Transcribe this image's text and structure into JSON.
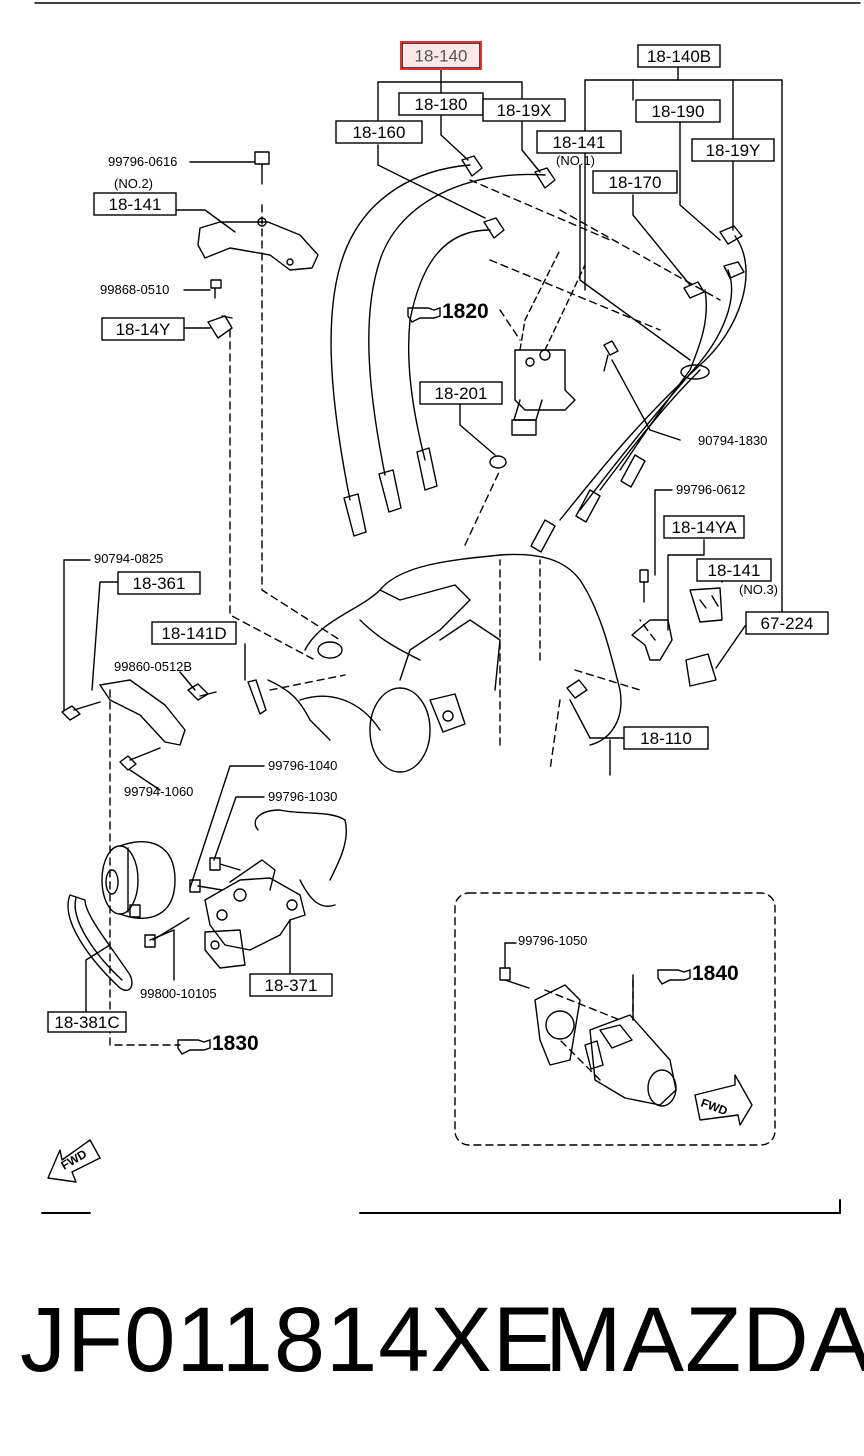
{
  "diagram": {
    "part_boxes": [
      {
        "id": "18-140",
        "label": "18-140",
        "highlight": true
      },
      {
        "id": "18-140B",
        "label": "18-140B"
      },
      {
        "id": "18-180",
        "label": "18-180"
      },
      {
        "id": "18-19X",
        "label": "18-19X"
      },
      {
        "id": "18-160",
        "label": "18-160"
      },
      {
        "id": "18-190",
        "label": "18-190"
      },
      {
        "id": "18-141-no1",
        "label": "18-141"
      },
      {
        "id": "18-19Y",
        "label": "18-19Y"
      },
      {
        "id": "18-170",
        "label": "18-170"
      },
      {
        "id": "18-141-no2",
        "label": "18-141"
      },
      {
        "id": "18-14Y",
        "label": "18-14Y"
      },
      {
        "id": "18-201",
        "label": "18-201"
      },
      {
        "id": "18-14YA",
        "label": "18-14YA"
      },
      {
        "id": "18-141-no3",
        "label": "18-141"
      },
      {
        "id": "67-224",
        "label": "67-224"
      },
      {
        "id": "18-361",
        "label": "18-361"
      },
      {
        "id": "18-141D",
        "label": "18-141D"
      },
      {
        "id": "18-110",
        "label": "18-110"
      },
      {
        "id": "18-371",
        "label": "18-371"
      },
      {
        "id": "18-381C",
        "label": "18-381C"
      }
    ],
    "texts": [
      {
        "id": "no1",
        "label": "(NO.1)"
      },
      {
        "id": "no2",
        "label": "(NO.2)"
      },
      {
        "id": "no3",
        "label": "(NO.3)"
      },
      {
        "id": "p99796-0616",
        "label": "99796-0616"
      },
      {
        "id": "p99868-0510",
        "label": "99868-0510"
      },
      {
        "id": "p90794-1830",
        "label": "90794-1830"
      },
      {
        "id": "p99796-0612",
        "label": "99796-0612"
      },
      {
        "id": "p90794-0825",
        "label": "90794-0825"
      },
      {
        "id": "p99860-0512B",
        "label": "99860-0512B"
      },
      {
        "id": "p99794-1060",
        "label": "99794-1060"
      },
      {
        "id": "p99796-1040",
        "label": "99796-1040"
      },
      {
        "id": "p99796-1030",
        "label": "99796-1030"
      },
      {
        "id": "p99800-10105",
        "label": "99800-10105"
      },
      {
        "id": "p99796-1050",
        "label": "99796-1050"
      }
    ],
    "refs": [
      {
        "id": "ref1820",
        "label": "1820"
      },
      {
        "id": "ref1830",
        "label": "1830"
      },
      {
        "id": "ref1840",
        "label": "1840"
      }
    ],
    "fwd_label": "FWD",
    "highlight_color": "#e03030"
  },
  "caption": {
    "part_number": "JF011814XE",
    "brand": "MAZDA"
  }
}
